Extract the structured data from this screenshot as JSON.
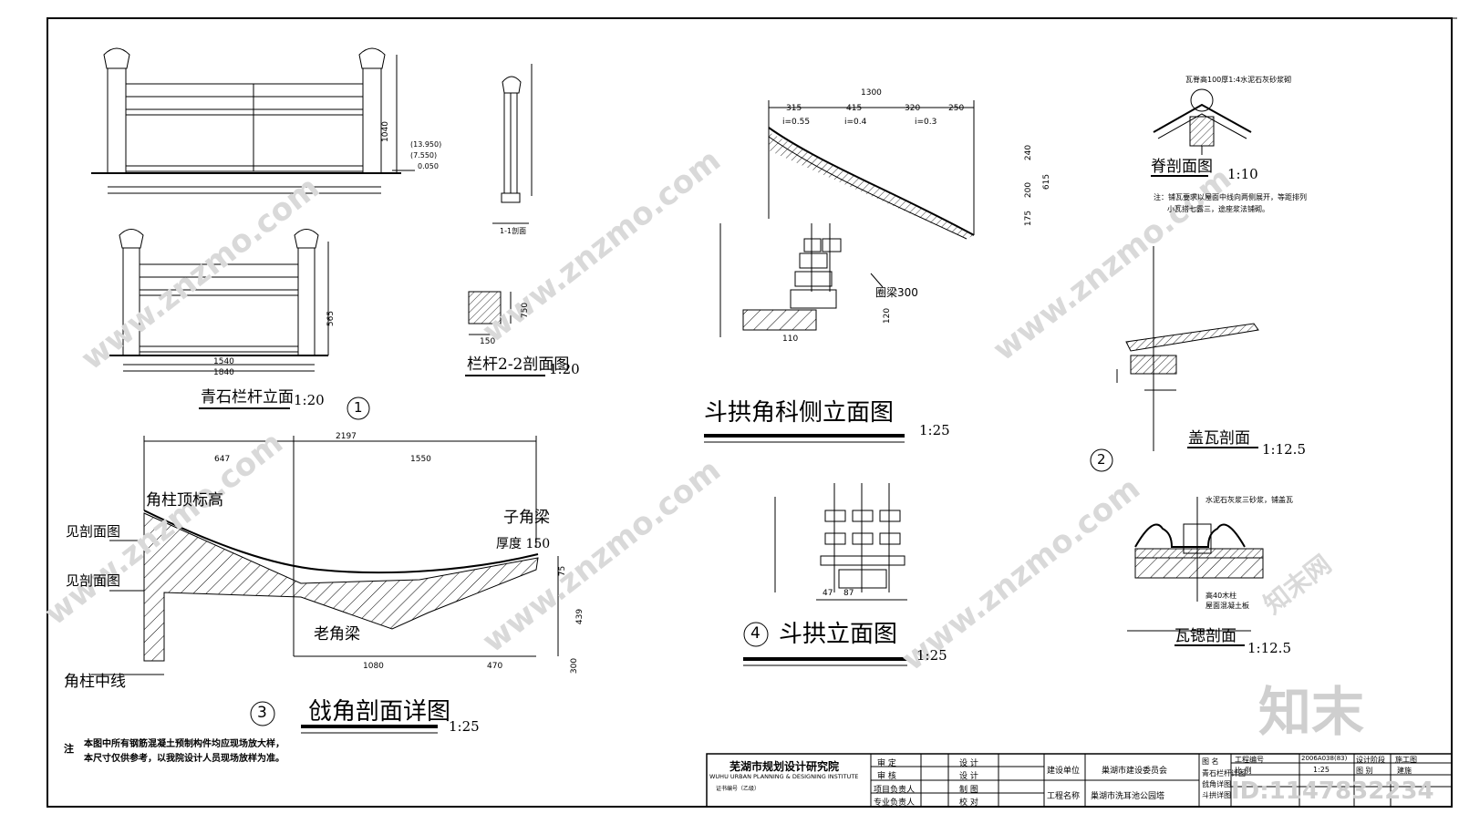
{
  "titles": {
    "railing_elev": "青石栏杆立面",
    "railing_elev_scale": "1:20",
    "railing_22": "栏杆2-2剖面图",
    "railing_22_scale": "1:20",
    "railing_11": "1-1剖面",
    "dougong_side": "斗拱角科侧立面图",
    "dougong_side_scale": "1:25",
    "dougong_elev": "斗拱立面图",
    "dougong_elev_scale": "1:25",
    "ridge": "脊剖面图",
    "ridge_scale": "1:10",
    "cover_tile": "盖瓦剖面",
    "cover_tile_scale": "1:12.5",
    "tile_edge": "瓦锶剖面",
    "tile_edge_scale": "1:12.5",
    "corner_section": "戗角剖面详图",
    "corner_section_scale": "1:25"
  },
  "circles": {
    "c1": "1",
    "c2": "2",
    "c3": "3",
    "c4": "4"
  },
  "annotations": {
    "corner_top": "角柱顶标高",
    "see_section_1": "见剖面图",
    "see_section_2": "见剖面图",
    "sub_beam": "子角梁",
    "thickness": "厚度 150",
    "old_beam": "老角梁",
    "column_axis": "角柱中线",
    "ring_beam": "圈梁300",
    "ridge_note_top": "瓦脊高100厚1:4水泥石灰砂浆砌",
    "ridge_note_1": "注：铺瓦要求以屋面中线向两侧展开，等距排列",
    "ridge_note_2": "小瓦搭七露三，途座浆法铺砌。",
    "tile_edge_note": "水泥石灰浆三砂浆，铺盖瓦",
    "tile_edge_note2": "高40木柱",
    "tile_edge_note3": "屋面混凝土板",
    "elev_1": "(13.950)",
    "elev_2": "(7.550)",
    "elev_3": "0.050"
  },
  "dims": {
    "d1300": "1300",
    "d315": "315",
    "d415": "415",
    "d320": "320",
    "d250": "250",
    "i1": "i=0.55",
    "i2": "i=0.4",
    "i3": "i=0.3",
    "d240": "240",
    "d200": "200",
    "d175": "175",
    "d615": "615",
    "d2197": "2197",
    "d647": "647",
    "d1550": "1550",
    "d1080": "1080",
    "d470": "470",
    "d75": "75",
    "d439": "439",
    "d300": "300",
    "d1540": "1540",
    "d1840": "1840",
    "d150": "150",
    "d750": "750",
    "d1040": "1040",
    "d565": "565",
    "d110": "110",
    "d120": "120",
    "d47": "47",
    "d87": "87"
  },
  "note": {
    "label": "注",
    "line1": "本图中所有钢筋混凝土预制构件均应现场放大样，",
    "line2": "本尺寸仅供参考，以我院设计人员现场放样为准。"
  },
  "title_block": {
    "institute": "芜湖市规划设计研究院",
    "institute_en": "WUHU URBAN PLANNING & DESIGNING INSTITUTE",
    "cert": "证书编号（乙级）",
    "review": "审 定",
    "check": "审 核",
    "project_lead": "项目负责人",
    "discipline_lead": "专业负责人",
    "design1": "设 计",
    "design2": "设 计",
    "draw": "制 图",
    "proofread": "校 对",
    "client_label": "建设单位",
    "client": "巢湖市建设委员会",
    "project_label": "工程名称",
    "project": "巢湖市洗耳池公园塔",
    "drawing_name_label": "图 名",
    "drawing_name_1": "青石栏杆详图",
    "drawing_name_2": "戗角详图",
    "drawing_name_3": "斗拱详图",
    "project_no_label": "工程编号",
    "project_no": "2006A038(83)",
    "stage_label": "设计阶段",
    "stage": "施工图",
    "ratio_label": "比 例",
    "ratio": "1:25",
    "fig_label": "图 别",
    "fig": "建施",
    "id_text": "ID:1147832234"
  },
  "watermark": {
    "text": "www.znzmo.com",
    "brand": "知末网",
    "logo": "知末"
  }
}
